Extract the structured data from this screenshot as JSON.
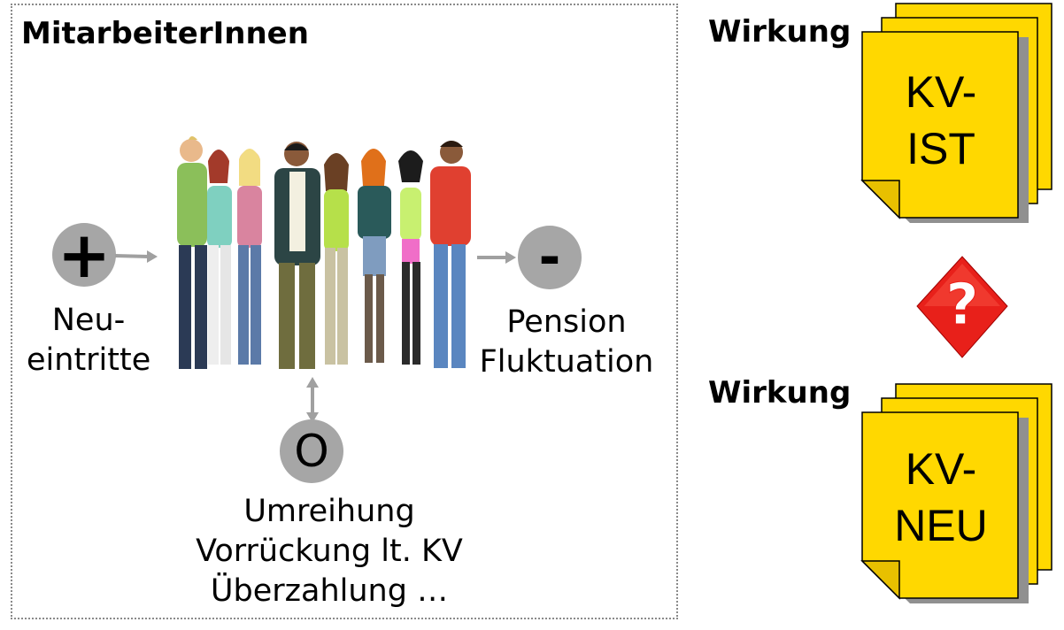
{
  "left_panel": {
    "title": "MitarbeiterInnen",
    "plus": {
      "symbol": "+",
      "label_line1": "Neu-",
      "label_line2": "eintritte"
    },
    "minus": {
      "symbol": "-",
      "label_line1": "Pension",
      "label_line2": "Fluktuation"
    },
    "zero": {
      "symbol": "O",
      "label_line1": "Umreihung",
      "label_line2": "Vorrückung lt. KV",
      "label_line3": "Überzahlung …"
    }
  },
  "right_panel": {
    "top": {
      "heading": "Wirkung",
      "doc_line1": "KV-",
      "doc_line2": "IST"
    },
    "question_symbol": "?",
    "bottom": {
      "heading": "Wirkung",
      "doc_line1": "KV-",
      "doc_line2": "NEU"
    }
  },
  "colors": {
    "doc_fill": "#ffd800",
    "doc_stroke": "#000000",
    "circle_gray": "#a6a6a6",
    "arrow_gray": "#a0a0a0",
    "question_red": "#e8201a"
  }
}
